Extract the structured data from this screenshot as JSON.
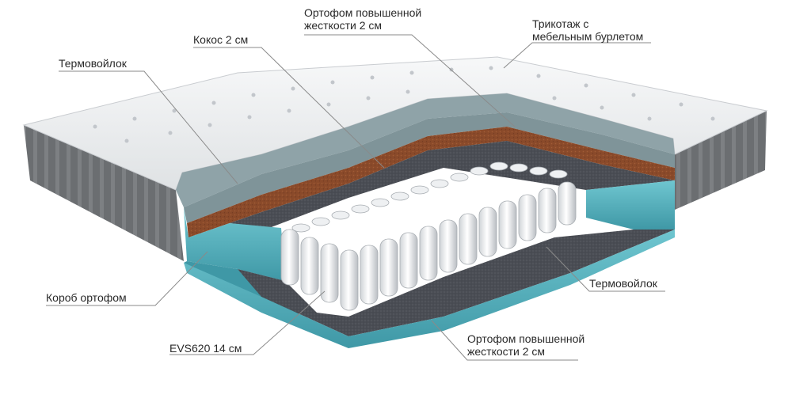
{
  "labels": {
    "termovoilok_top": "Термовойлок",
    "kokos": "Кокос 2 см",
    "ortofom_top": {
      "line1": "Ортофом повышенной",
      "line2": "жесткости 2 см"
    },
    "trikotazh": {
      "line1": "Трикотаж с",
      "line2": "мебельным бурлетом"
    },
    "korob": "Короб ортофом",
    "termovoilok_bottom": "Термовойлок",
    "evs": "EVS620 14 см",
    "ortofom_bottom": {
      "line1": "Ортофом повышенной",
      "line2": "жесткости 2 см"
    }
  },
  "colors": {
    "quilted_top": "#eef0f1",
    "side_fabric": "#6f7274",
    "foam_layer": "#8fa3a8",
    "coconut": "#8a4a2a",
    "felt": "#4b4e55",
    "foam_box": "#5fb7c2",
    "springs": "#f2f3f5",
    "leader": "#8a8a8a"
  }
}
